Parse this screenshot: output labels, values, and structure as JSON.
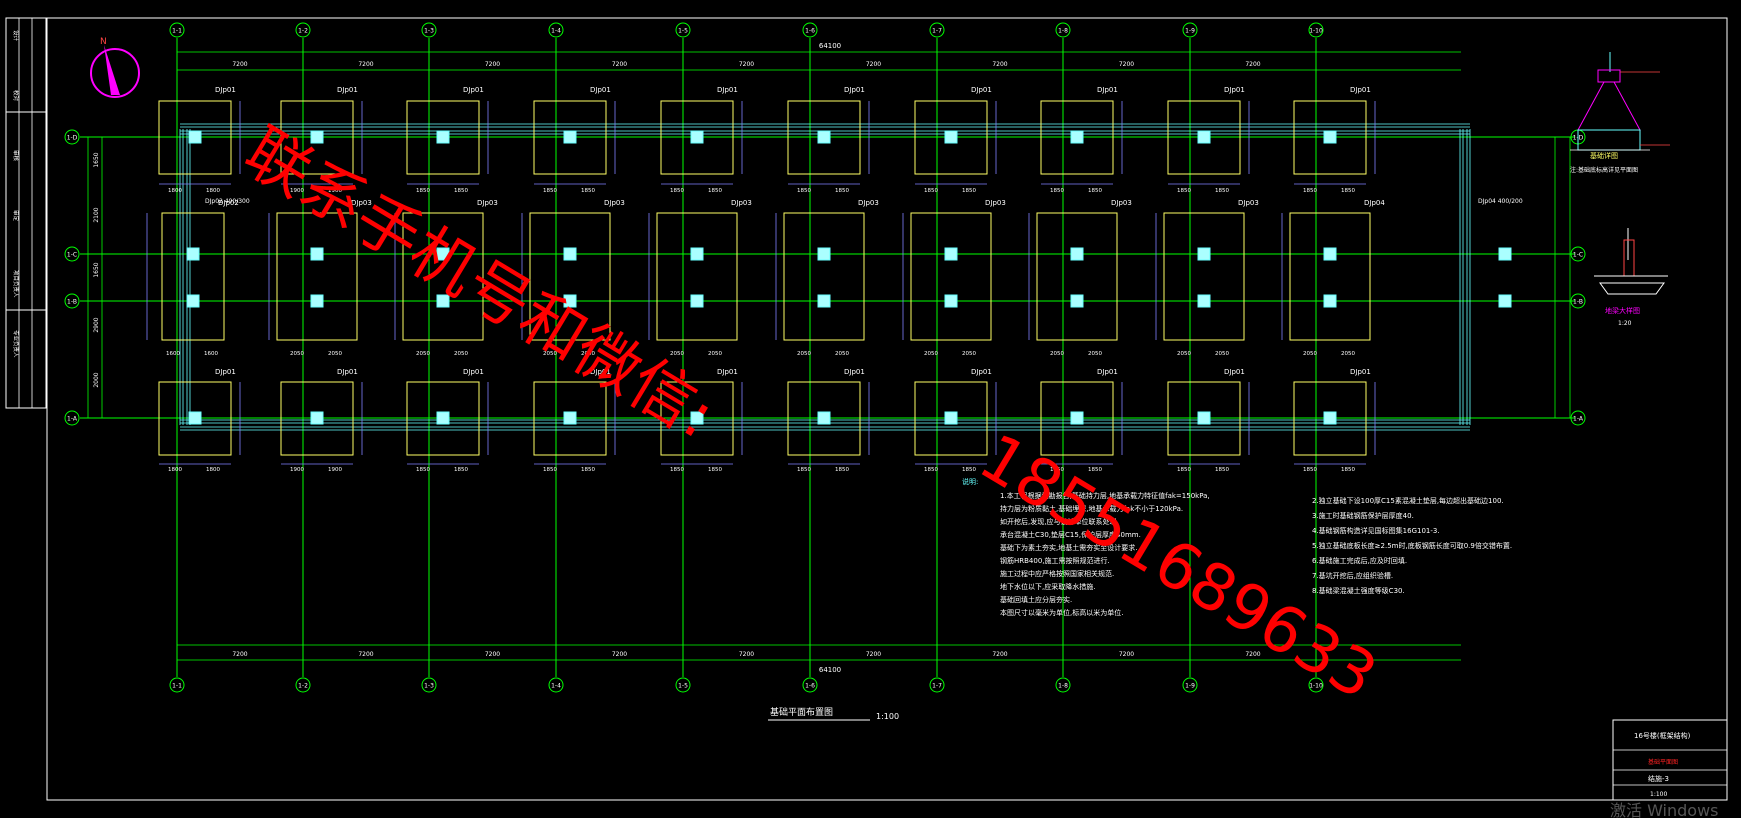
{
  "colors": {
    "background": "#000000",
    "frame": "#ffffff",
    "grid_line": "#00ff00",
    "beam": "#66ffff",
    "footing": "#ffff66",
    "dimension": "#8080ff",
    "watermark": "#ff0000",
    "north_arrow": "#ff00ff",
    "axis_label": "#ffffff"
  },
  "grid": {
    "columns": [
      "1-1",
      "1-2",
      "1-3",
      "1-4",
      "1-5",
      "1-6",
      "1-7",
      "1-8",
      "1-9",
      "1-10"
    ],
    "rows": [
      "1-D",
      "1-C",
      "1-B",
      "1-A"
    ],
    "overall_dim": "64100",
    "bay_dims": [
      "7200",
      "7200",
      "7200",
      "7200",
      "7200",
      "7200",
      "7200",
      "7200",
      "7200"
    ]
  },
  "footings": {
    "row_top_tags": [
      "DJp01",
      "DJp01",
      "DJp01",
      "DJp01",
      "DJp01",
      "DJp01",
      "DJp01",
      "DJp01",
      "DJp01",
      "DJp01"
    ],
    "row_mid_tags": [
      "DJp02",
      "DJp03",
      "DJp03",
      "DJp03",
      "DJp03",
      "DJp03",
      "DJp03",
      "DJp03",
      "DJp03",
      "DJp04"
    ],
    "row_bot_tags": [
      "DJp01",
      "DJp01",
      "DJp01",
      "DJp01",
      "DJp01",
      "DJp01",
      "DJp01",
      "DJp01",
      "DJp01",
      "DJp01"
    ],
    "top_dims": [
      "1800",
      "1900",
      "1850",
      "1850",
      "1850",
      "1850",
      "1850",
      "1850",
      "1850",
      "1850"
    ],
    "mid_dims": [
      "1600",
      "2050",
      "2050",
      "2050",
      "2050",
      "2050",
      "2050",
      "2050",
      "2050",
      "2050"
    ],
    "side_dims": [
      "1650",
      "2100",
      "1650",
      "2900",
      "2000"
    ],
    "beam_label": "DJp02 400/300",
    "beam_label2": "DJp04 400/200"
  },
  "drawing_title": "基础平面布置图",
  "drawing_scale": "1:100",
  "notes_left": [
    "1.本工程根据地勘报告,基础持力层,地基承载力特征值fak=150kPa,",
    "  持力层为粉质黏土,基础埋深,地基承载力fak不小于120kPa.",
    "  如开挖后,发现,应与设计单位联系处理.",
    "  承台混凝土C30,垫层C15,保护层厚度40mm.",
    "  基础下为素土夯实,地基土需夯实至设计要求.",
    "  钢筋HRB400,施工需按照规范进行.",
    "  施工过程中应严格按照国家相关规范.",
    "  地下水位以下,应采取降水措施.",
    "  基础回填土应分层夯实.",
    "  本图尺寸以毫米为单位,标高以米为单位."
  ],
  "notes_right": [
    "2.独立基础下设100厚C15素混凝土垫层,每边超出基础边100.",
    "3.施工时基础钢筋保护层厚度40.",
    "4.基础钢筋构造详见国标图集16G101-3.",
    "5.独立基础底板长度≥2.5m时,底板钢筋长度可取0.9倍交错布置.",
    "6.基础施工完成后,应及时回填.",
    "7.基坑开挖后,应组织验槽.",
    "8.基础梁混凝土强度等级C30."
  ],
  "notes_label": "说明:",
  "detail1_title": "基础详图",
  "detail1_note": "注:基础底标高详见平面图",
  "detail2_title": "地梁大样图",
  "detail2_scale": "1:20",
  "title_block": {
    "project": "16号楼(框架结构)",
    "drawing_no": "结施-3",
    "scale": "1:100",
    "red_stamp": "基础平面图"
  },
  "watermark": {
    "line1": "联系手机号和微信:",
    "line2": "18551689633"
  },
  "activate_text": "激活 Windows",
  "left_strip_labels": [
    "设计",
    "校对",
    "审核",
    "审定",
    "项目负责人",
    "专业负责人"
  ]
}
